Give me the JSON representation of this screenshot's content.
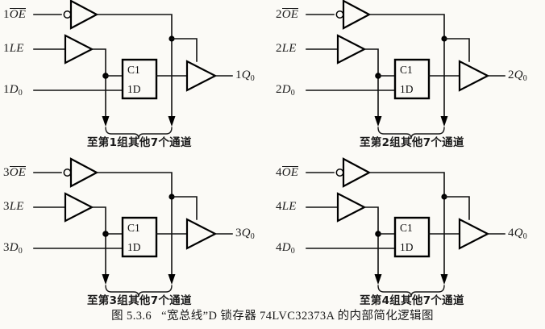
{
  "figure": {
    "caption_number": "图 5.3.6",
    "caption_text": "“宽总线”D 锁存器 74LVC32373A 的内部简化逻辑图",
    "caption_full": "图 5.3.6  “宽总线”D 锁存器 74LVC32373A 的内部简化逻辑图",
    "device": "74LVC32373A",
    "device_type": "D 锁存器",
    "bus_type": "宽总线"
  },
  "colors": {
    "background": "#fbfaf6",
    "ink": "#111111",
    "wire": "#1a1a1a"
  },
  "latch_box": {
    "control_label": "C1",
    "data_label": "1D"
  },
  "units": [
    {
      "id": "unit-1",
      "group": "1",
      "oe_label_prefix": "1",
      "oe_label_body": "OE",
      "oe_label_full": "1OE",
      "le_label": "1LE",
      "le_prefix": "1",
      "le_body": "LE",
      "d_prefix": "1",
      "d_body": "D",
      "d_sub": "0",
      "d_label_full": "1D0",
      "q_prefix": "1",
      "q_body": "Q",
      "q_sub": "0",
      "q_label_full": "1Q0",
      "channel_note": "至第1组其他7个通道"
    },
    {
      "id": "unit-2",
      "group": "2",
      "oe_label_prefix": "2",
      "oe_label_body": "OE",
      "oe_label_full": "2OE",
      "le_label": "2LE",
      "le_prefix": "2",
      "le_body": "LE",
      "d_prefix": "2",
      "d_body": "D",
      "d_sub": "0",
      "d_label_full": "2D0",
      "q_prefix": "2",
      "q_body": "Q",
      "q_sub": "0",
      "q_label_full": "2Q0",
      "channel_note": "至第2组其他7个通道"
    },
    {
      "id": "unit-3",
      "group": "3",
      "oe_label_prefix": "3",
      "oe_label_body": "OE",
      "oe_label_full": "3OE",
      "le_label": "3LE",
      "le_prefix": "3",
      "le_body": "LE",
      "d_prefix": "3",
      "d_body": "D",
      "d_sub": "0",
      "d_label_full": "3D0",
      "q_prefix": "3",
      "q_body": "Q",
      "q_sub": "0",
      "q_label_full": "3Q0",
      "channel_note": "至第3组其他7个通道"
    },
    {
      "id": "unit-4",
      "group": "4",
      "oe_label_prefix": "4",
      "oe_label_body": "OE",
      "oe_label_full": "4OE",
      "le_label": "4LE",
      "le_prefix": "4",
      "le_body": "LE",
      "d_prefix": "4",
      "d_body": "D",
      "d_sub": "0",
      "d_label_full": "4D0",
      "q_prefix": "4",
      "q_body": "Q",
      "q_sub": "0",
      "q_label_full": "4Q0",
      "channel_note": "至第4组其他7个通道"
    }
  ],
  "icons": {
    "inverting_buffer": "inverter-triangle-with-bubble",
    "buffer": "buffer-triangle",
    "tristate_buffer": "tristate-buffer-triangle",
    "junction": "junction-dot",
    "arrow_down": "arrow-down",
    "brace": "curly-brace"
  }
}
